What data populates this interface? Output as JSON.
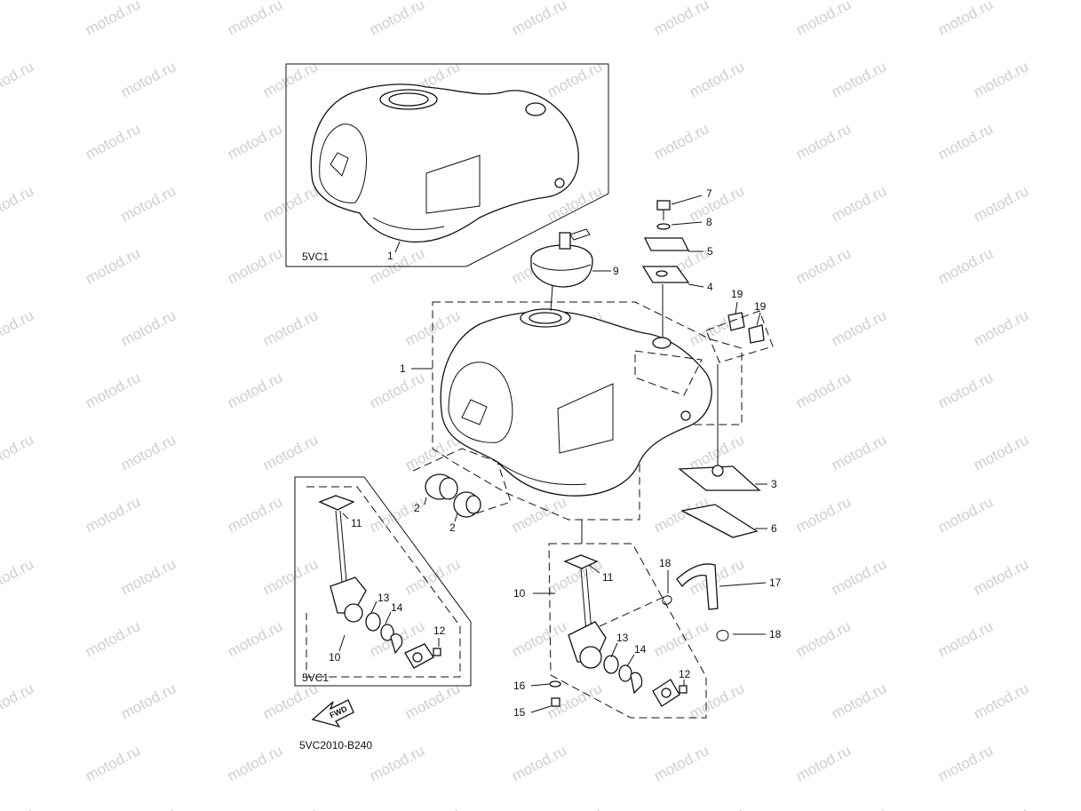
{
  "watermark": "motod.ru",
  "diagram_code": "5VC2010-B240",
  "fwd_label": "FWD",
  "inset_labels": {
    "tank_inset": "5VC1",
    "cock_inset": "5VC1"
  },
  "callouts": {
    "c1_inset": "1",
    "c1_main": "1",
    "c2_a": "2",
    "c2_b": "2",
    "c3": "3",
    "c4": "4",
    "c5": "5",
    "c6": "6",
    "c7": "7",
    "c8": "8",
    "c9": "9",
    "c10_inset": "10",
    "c10_main": "10",
    "c11_inset": "11",
    "c11_main": "11",
    "c12_inset": "12",
    "c12_main": "12",
    "c13_inset": "13",
    "c13_main": "13",
    "c14_inset": "14",
    "c14_main": "14",
    "c15": "15",
    "c16": "16",
    "c17": "17",
    "c18_a": "18",
    "c18_b": "18",
    "c19_a": "19",
    "c19_b": "19"
  }
}
